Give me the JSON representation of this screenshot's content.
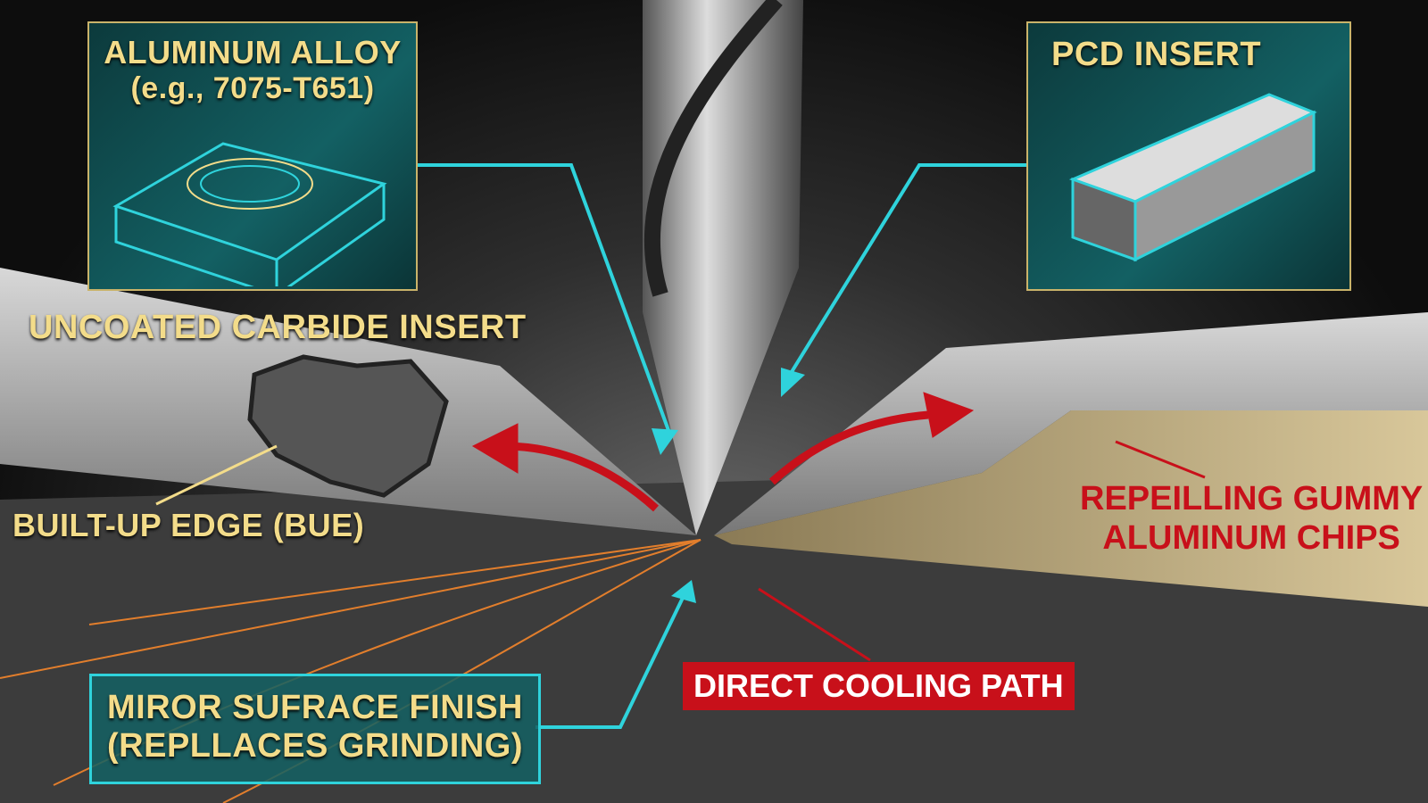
{
  "labels": {
    "aluminum_title": "ALUMINUM ALLOY",
    "aluminum_sub": "(e.g., 7075-T651)",
    "pcd": "PCD INSERT",
    "carbide": "UNCOATED CARBIDE INSERT",
    "bue": "BUILT-UP EDGE (BUE)",
    "chips_line1": "REPEILLING GUMMY",
    "chips_line2": "ALUMINUM CHIPS",
    "cooling": "DIRECT COOLING PATH",
    "finish_line1": "MIROR SUFRACE FINISH",
    "finish_line2": "(REPLLACES GRINDING)"
  },
  "colors": {
    "cyan": "#2fd3dc",
    "gold": "#f3dc8a",
    "red": "#c8101a",
    "teal": "#136063"
  }
}
